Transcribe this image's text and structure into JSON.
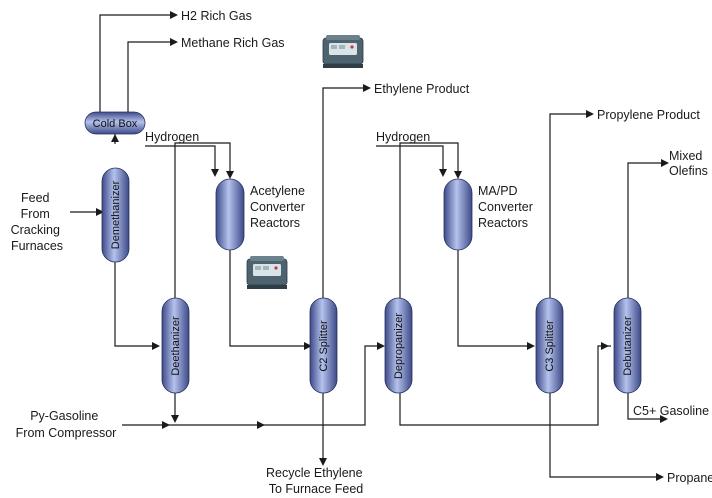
{
  "outputs": {
    "h2_rich_gas": "H2 Rich Gas",
    "methane_rich_gas": "Methane Rich Gas",
    "ethylene_product": "Ethylene Product",
    "propylene_product": "Propylene Product",
    "mixed_olefins": [
      "Mixed",
      "Olefins"
    ],
    "c5_gasoline": "C5+ Gasoline",
    "propane": "Propane",
    "recycle_ethylene": [
      "Recycle Ethylene",
      "To Furnace Feed"
    ]
  },
  "inputs": {
    "feed": [
      "Feed",
      "From",
      "Cracking",
      "Furnaces"
    ],
    "py_gasoline": [
      "Py-Gasoline",
      "From Compressor"
    ],
    "hydrogen_1": "Hydrogen",
    "hydrogen_2": "Hydrogen"
  },
  "units": {
    "cold_box": "Cold Box",
    "demethanizer": "Demethanizer",
    "deethanizer": "Deethanizer",
    "c2_splitter": "C2 Splitter",
    "depropanizer": "Depropanizer",
    "c3_splitter": "C3 Splitter",
    "debutanizer": "Debutanizer",
    "acetylene_reactors": [
      "Acetylene",
      "Converter",
      "Reactors"
    ],
    "mapd_reactors": [
      "MA/PD",
      "Converter",
      "Reactors"
    ]
  },
  "colors": {
    "column_dark": "#3d4a88",
    "column_light": "#b4c2ec",
    "line": "#1a1a1a",
    "analyzer_body": "#4d6370",
    "analyzer_screen": "#d8e4e8"
  },
  "icons": [
    "analyzer-device-icon"
  ]
}
